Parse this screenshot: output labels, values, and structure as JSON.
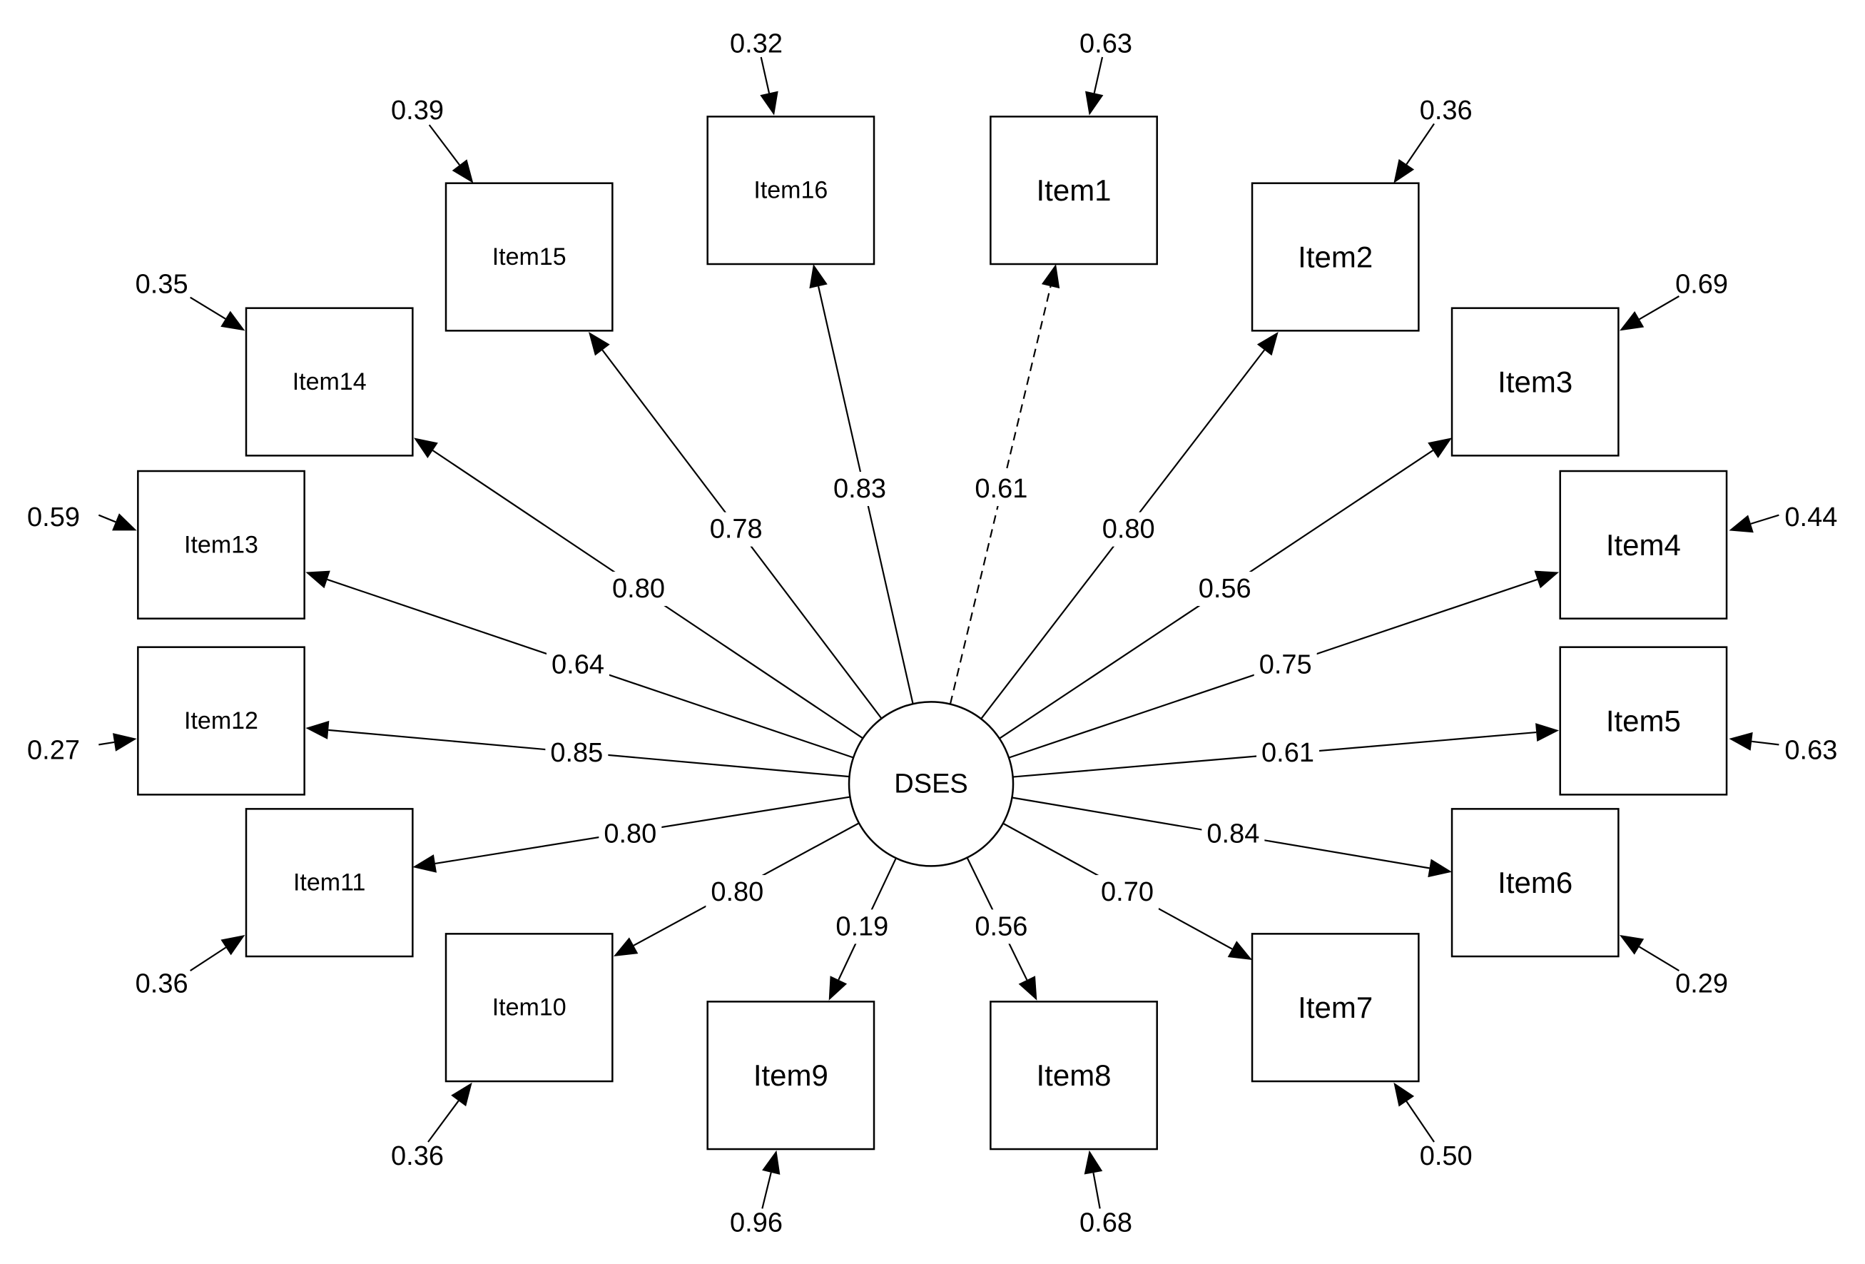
{
  "latent": {
    "label": "DSES"
  },
  "items": [
    {
      "label": "Item1",
      "loading": "0.61",
      "error": "0.63",
      "fixed": true
    },
    {
      "label": "Item2",
      "loading": "0.80",
      "error": "0.36"
    },
    {
      "label": "Item3",
      "loading": "0.56",
      "error": "0.69"
    },
    {
      "label": "Item4",
      "loading": "0.75",
      "error": "0.44"
    },
    {
      "label": "Item5",
      "loading": "0.61",
      "error": "0.63"
    },
    {
      "label": "Item6",
      "loading": "0.84",
      "error": "0.29"
    },
    {
      "label": "Item7",
      "loading": "0.70",
      "error": "0.50"
    },
    {
      "label": "Item8",
      "loading": "0.56",
      "error": "0.68"
    },
    {
      "label": "Item9",
      "loading": "0.19",
      "error": "0.96"
    },
    {
      "label": "Item10",
      "loading": "0.80",
      "error": "0.36"
    },
    {
      "label": "Item11",
      "loading": "0.80",
      "error": "0.36"
    },
    {
      "label": "Item12",
      "loading": "0.85",
      "error": "0.27"
    },
    {
      "label": "Item13",
      "loading": "0.64",
      "error": "0.59"
    },
    {
      "label": "Item14",
      "loading": "0.80",
      "error": "0.35"
    },
    {
      "label": "Item15",
      "loading": "0.78",
      "error": "0.39"
    },
    {
      "label": "Item16",
      "loading": "0.83",
      "error": "0.32"
    }
  ]
}
